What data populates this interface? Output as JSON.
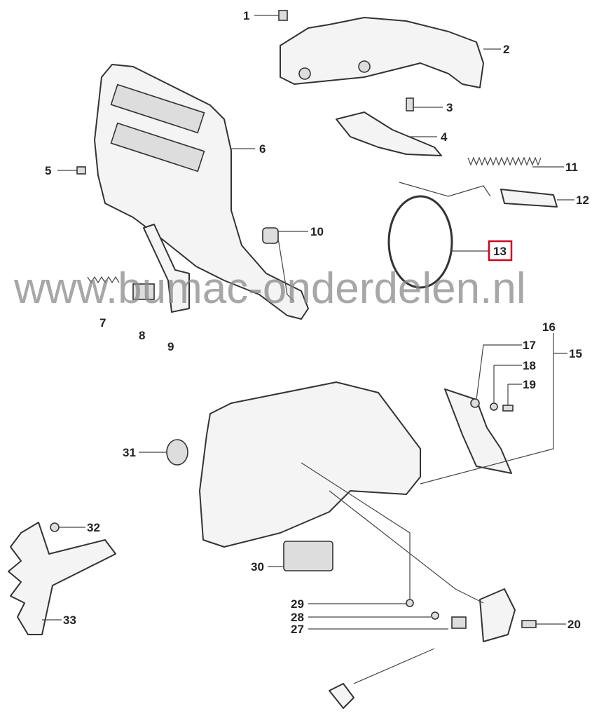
{
  "watermark": "www.bumac-onderdelen.nl",
  "highlight_color": "#d0021b",
  "labels": [
    {
      "id": "1",
      "text": "1"
    },
    {
      "id": "2",
      "text": "2"
    },
    {
      "id": "3",
      "text": "3"
    },
    {
      "id": "4",
      "text": "4"
    },
    {
      "id": "5",
      "text": "5"
    },
    {
      "id": "6",
      "text": "6"
    },
    {
      "id": "7",
      "text": "7"
    },
    {
      "id": "8",
      "text": "8"
    },
    {
      "id": "9",
      "text": "9"
    },
    {
      "id": "10",
      "text": "10"
    },
    {
      "id": "11",
      "text": "11"
    },
    {
      "id": "12",
      "text": "12"
    },
    {
      "id": "13",
      "text": "13"
    },
    {
      "id": "15",
      "text": "15"
    },
    {
      "id": "16",
      "text": "16"
    },
    {
      "id": "17",
      "text": "17"
    },
    {
      "id": "18",
      "text": "18"
    },
    {
      "id": "19",
      "text": "19"
    },
    {
      "id": "20",
      "text": "20"
    },
    {
      "id": "27",
      "text": "27"
    },
    {
      "id": "28",
      "text": "28"
    },
    {
      "id": "29",
      "text": "29"
    },
    {
      "id": "30",
      "text": "30"
    },
    {
      "id": "31",
      "text": "31"
    },
    {
      "id": "32",
      "text": "32"
    },
    {
      "id": "33",
      "text": "33"
    }
  ],
  "highlighted_label": "13"
}
